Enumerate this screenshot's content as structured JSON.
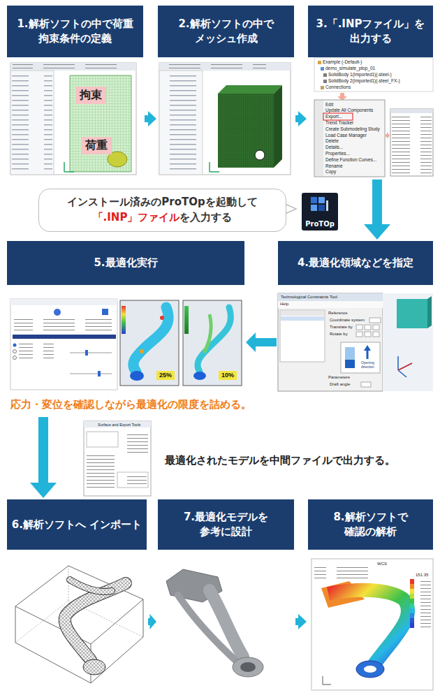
{
  "diagram": {
    "nodes": [
      {
        "text": [
          "1.解析ソフトの中で荷重 拘束条件の定義"
        ]
      },
      {
        "text": [
          "拘束"
        ],
        "in": 0
      },
      {
        "text": [
          "荷重"
        ],
        "in": 0
      },
      {
        "text": [
          "2.解析ソフトの中で メッシュ作成"
        ]
      },
      {
        "text": [
          "3.「.INPファイル」を 出力する"
        ]
      },
      {
        "text": [
          "インストール済みのProTOpを起動して",
          "「.INP」ファイル",
          "を入力する"
        ]
      },
      {
        "text": [
          "ProTOp"
        ]
      },
      {
        "text": [
          "5.最適化実行"
        ]
      },
      {
        "text": [
          "4.最適化領域などを指定"
        ]
      },
      {
        "text": [
          "6.解析ソフトへ インポート"
        ]
      },
      {
        "text": [
          "7.最適化モデルを 参考に設計"
        ]
      },
      {
        "text": [
          "8.解析ソフトで 確認の解析"
        ]
      }
    ],
    "edges": [
      {
        "from": 0,
        "to": 3,
        "arrow": "to"
      },
      {
        "from": 3,
        "to": 4,
        "arrow": "to"
      },
      {
        "from": 4,
        "to": 8,
        "arrow": "to"
      },
      {
        "from": 8,
        "to": 7,
        "arrow": "to"
      },
      {
        "from": 7,
        "to": 9,
        "arrow": "to"
      },
      {
        "from": 9,
        "to": 10,
        "arrow": "to"
      },
      {
        "from": 10,
        "to": 11,
        "arrow": "to"
      }
    ],
    "labels": [
      "応力・変位を確認しながら最適化の限度を詰める。",
      "最適化されたモデルを中間ファイルで出力する。",
      "25%",
      "10%",
      "Example (-Default-)",
      "demo_simulate_ptop_01",
      "SolidBody 1(Imported1)(-steel-)",
      "SolidBody 2(Imported1)(-steel_FX-)",
      "Connections",
      "Edit",
      "Update All Components",
      "Export...",
      "Trend Tracker",
      "Create Submodeling Study",
      "Load Case Manager",
      "Delete",
      "Details...",
      "Properties...",
      "Define Function Curves...",
      "Rename",
      "Copy",
      "Technological Constraints Tool",
      "Help",
      "Reference",
      "Coordinate system",
      "Translate by",
      "Rotate by",
      "Opening direction",
      "Parameters",
      "Draft angle",
      "Surface and Export Tools",
      "WCS",
      "151.35"
    ]
  }
}
